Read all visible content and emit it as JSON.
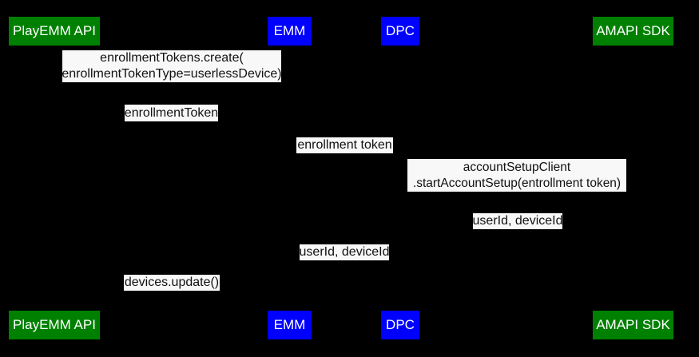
{
  "diagram": {
    "type": "sequence-diagram",
    "colors": {
      "background": "#000000",
      "label_background": "#f8f8f8",
      "label_text": "#111111",
      "actor_text": "#ffffff",
      "actor_green": "#008000",
      "actor_blue": "#0000ff"
    },
    "actors": [
      {
        "label": "PlayEMM API",
        "color": "#008000"
      },
      {
        "label": "EMM",
        "color": "#0000ff"
      },
      {
        "label": "DPC",
        "color": "#0000ff"
      },
      {
        "label": "AMAPI SDK",
        "color": "#008000"
      }
    ],
    "messages": [
      {
        "lines": [
          "enrollmentTokens.create(",
          "enrollmentTokenType=userlessDevice)"
        ]
      },
      {
        "lines": [
          "enrollmentToken"
        ]
      },
      {
        "lines": [
          "enrollment token"
        ]
      },
      {
        "lines": [
          "accountSetupClient",
          ".startAccountSetup(entrollment token)"
        ]
      },
      {
        "lines": [
          "userId, deviceId"
        ]
      },
      {
        "lines": [
          "userId, deviceId"
        ]
      },
      {
        "lines": [
          "devices.update()"
        ]
      }
    ]
  }
}
